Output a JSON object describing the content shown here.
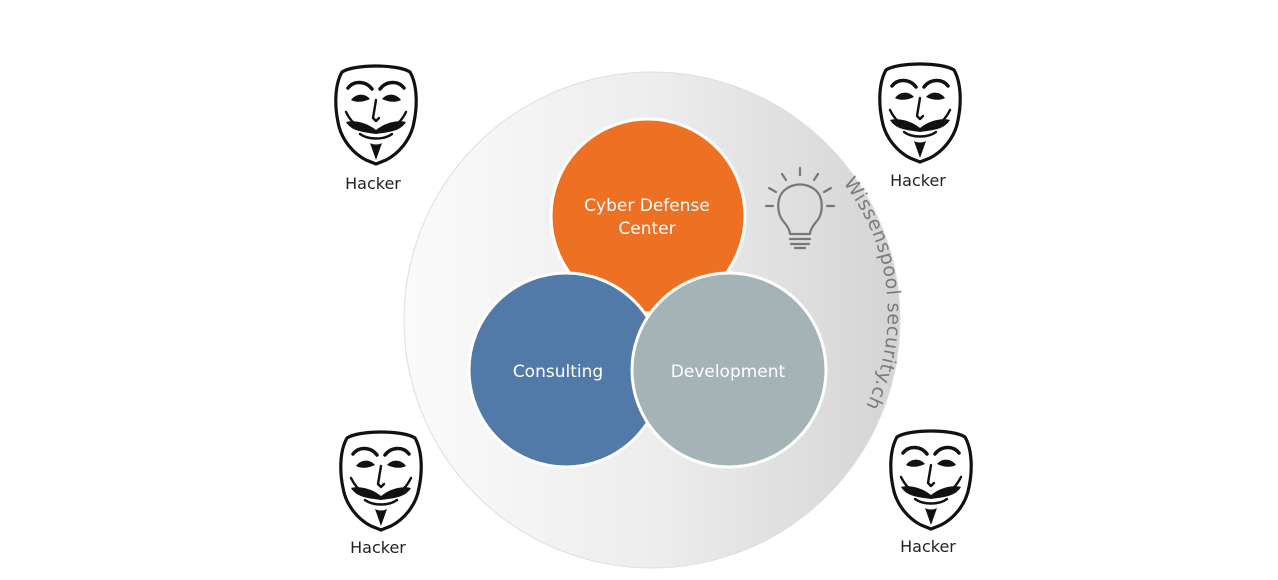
{
  "outer_ring": {
    "label": "Wissenspool security.ch"
  },
  "circles": {
    "cyber_defense": {
      "line1": "Cyber Defense",
      "line2": "Center",
      "color": "#ee7023"
    },
    "consulting": {
      "label": "Consulting",
      "color": "#527aa8"
    },
    "development": {
      "label": "Development",
      "color": "#a3b3b6"
    }
  },
  "hackers": {
    "top_left": {
      "label": "Hacker"
    },
    "top_right": {
      "label": "Hacker"
    },
    "bottom_left": {
      "label": "Hacker"
    },
    "bottom_right": {
      "label": "Hacker"
    }
  },
  "icons": {
    "knowledge": "lightbulb-icon",
    "hacker": "guy-fawkes-mask-icon"
  }
}
